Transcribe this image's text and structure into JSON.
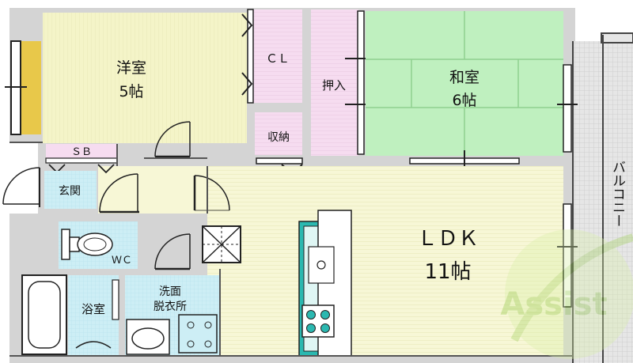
{
  "rooms": {
    "western_room": {
      "name": "洋室",
      "size": "5帖"
    },
    "closet": "ＣＬ",
    "oshiire": "押入",
    "storage": "収納",
    "japanese_room": {
      "name": "和室",
      "size": "6帖"
    },
    "shoe_box": "ＳＢ",
    "entrance": "玄関",
    "toilet": "ＷＣ",
    "bathroom": "浴室",
    "washroom": {
      "line1": "洗面",
      "line2": "脱衣所"
    },
    "ldk": {
      "name": "ＬＤＫ",
      "size": "11帖"
    },
    "balcony": "バルコニー"
  },
  "logo": {
    "text": "Assist"
  },
  "colors": {
    "western_floor": "#f4f4c8",
    "tatami": "#bff0bf",
    "storage_pink": "#f6dcf0",
    "ldk_floor": "#f7f7d6",
    "wet_blue": "#cdeef5",
    "outer_gray": "#d4d4d4",
    "balcony_gray": "#e6e6e6",
    "kitchen_teal": "#2bb8b0",
    "window_yellow": "#e8c84a"
  }
}
